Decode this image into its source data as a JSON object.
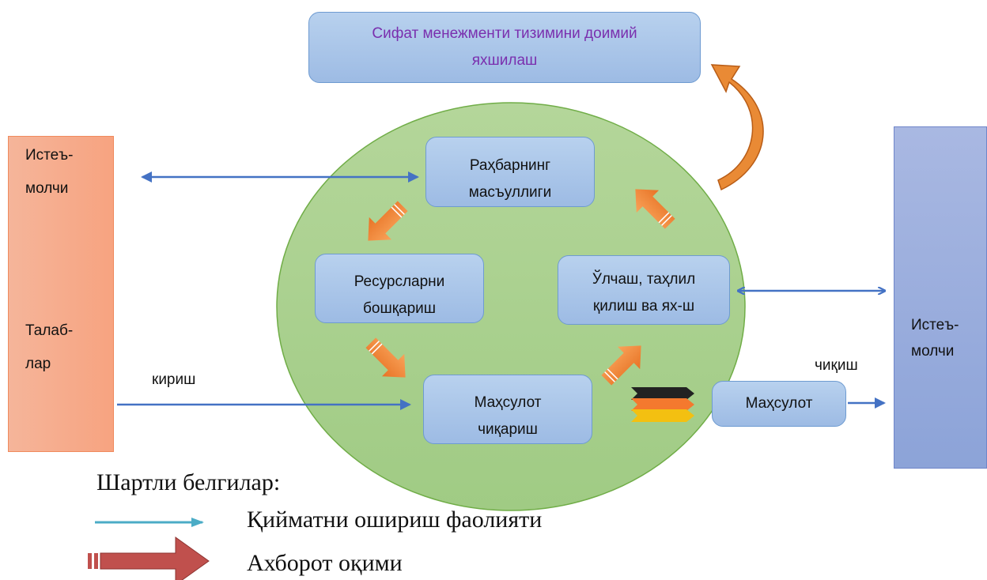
{
  "top_box": {
    "line1": "Сифат менежменти тизимини доимий",
    "line2": "яхшилаш"
  },
  "left_bar": {
    "consumer_line1": "Истеъ-",
    "consumer_line2": "молчи",
    "req_line1": "Талаб-",
    "req_line2": "лар"
  },
  "right_bar": {
    "line1": "Истеъ-",
    "line2": "молчи"
  },
  "cycle": {
    "leadership": {
      "line1": "Раҳбарнинг",
      "line2": "масъуллиги"
    },
    "resources": {
      "line1": "Ресурсларни",
      "line2": "бошқариш"
    },
    "production": {
      "line1": "Маҳсулот",
      "line2": "чиқариш"
    },
    "measurement": {
      "line1": "Ўлчаш, таҳлил",
      "line2": "қилиш ва ях-ш"
    }
  },
  "product_box": "Маҳсулот",
  "labels": {
    "input": "кириш",
    "output": "чиқиш"
  },
  "legend": {
    "title": "Шартли белгилар:",
    "value_flow": "Қийматни ошириш фаолияти",
    "info_flow": "Ахборот оқими"
  },
  "colors": {
    "circle": "#a9d18e",
    "arrow_blue": "#4472c4",
    "arrow_orange": "#f58a3a",
    "legend_teal": "#4bacc6",
    "legend_red": "#c0504d"
  }
}
